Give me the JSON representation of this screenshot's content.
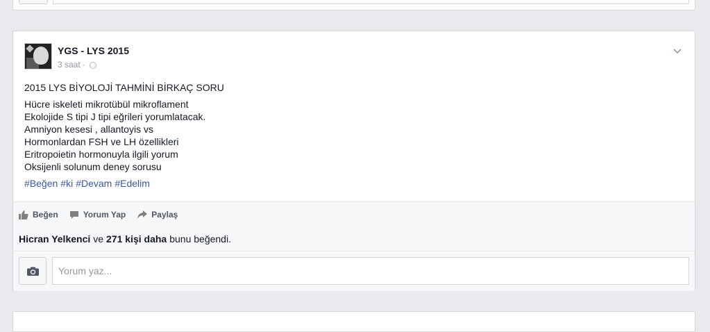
{
  "post": {
    "page_name": "YGS - LYS 2015",
    "timestamp": "3 saat",
    "separator": "·",
    "title": "2015 LYS BİYOLOJİ TAHMİNİ BİRKAÇ SORU",
    "lines": [
      "Hücre iskeleti mikrotübül mikroflament",
      "Ekolojide S tipi J tipi eğrileri yorumlatacak.",
      "Amniyon kesesi , allantoyis vs",
      "Hormonlardan FSH ve LH özellikleri",
      "Eritropoietin hormonuyla ilgili yorum",
      "Oksijenli solunum deney sorusu"
    ],
    "hashtags": [
      "#Beğen",
      "#ki",
      "#Devam",
      "#Edelim"
    ]
  },
  "actions": {
    "like_label": "Beğen",
    "comment_label": "Yorum Yap",
    "share_label": "Paylaş"
  },
  "likes": {
    "first_name": "Hicran Yelkenci",
    "conjunction": "ve",
    "others": "271 kişi daha",
    "suffix": "bunu beğendi."
  },
  "comment": {
    "placeholder": "Yorum yaz..."
  },
  "colors": {
    "background": "#e9eaed",
    "link": "#3b5998",
    "muted": "#9197a3"
  }
}
